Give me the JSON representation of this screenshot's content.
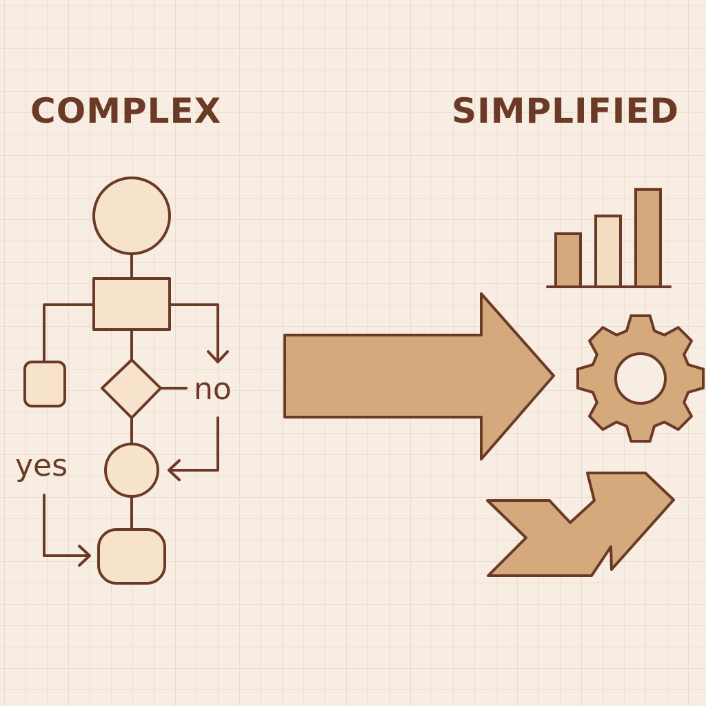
{
  "headings": {
    "left": "COMPLEX",
    "right": "SIMPLIFIED"
  },
  "flowchart": {
    "no_label": "no",
    "yes_label": "yes"
  },
  "icons": {
    "left_panel": [
      "circle-node-icon",
      "rectangle-node-icon",
      "diamond-decision-icon",
      "rounded-square-node-icon",
      "rounded-rect-terminal-icon",
      "connector-arrow-icon"
    ],
    "center": "big-right-arrow-icon",
    "right_panel": [
      "bar-chart-icon",
      "gear-icon",
      "chevron-arrow-icon"
    ]
  },
  "chart_data": {
    "type": "bar",
    "values": [
      3,
      4,
      5.5
    ],
    "ylim": [
      0,
      6
    ]
  },
  "colors": {
    "background": "#f8ede2",
    "grid": "#ecdccd",
    "stroke": "#6b3a27",
    "node_fill": "#f7e3cc",
    "accent_fill": "#d4a97b",
    "bar_light": "#f2dcc2"
  }
}
